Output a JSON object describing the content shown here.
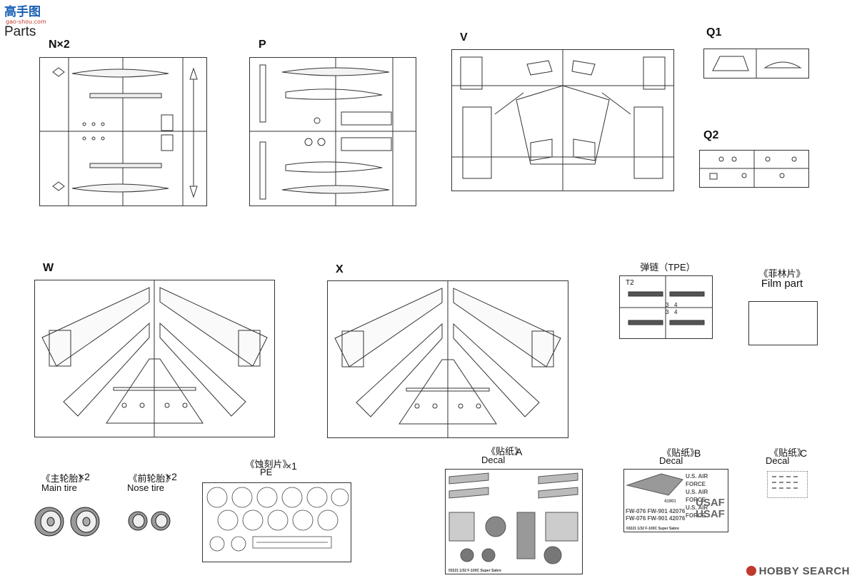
{
  "watermark": {
    "site_logo_text": "高手图",
    "site_url": "gao-shou.com"
  },
  "page_title": "Parts",
  "sprues": {
    "n": {
      "label": "N×2"
    },
    "p": {
      "label": "P"
    },
    "v": {
      "label": "V"
    },
    "q1": {
      "label": "Q1"
    },
    "q2": {
      "label": "Q2"
    },
    "w": {
      "label": "W"
    },
    "x": {
      "label": "X"
    },
    "tpe": {
      "label": "弹链（TPE）",
      "code": "T2",
      "cells": [
        "3",
        "4",
        "3",
        "4"
      ]
    },
    "film": {
      "label_cn": "《菲林片》",
      "label_en": "Film part"
    }
  },
  "accessories": {
    "main_tire": {
      "label_cn": "《主轮胎》",
      "qty": "×2",
      "label_en": "Main tire"
    },
    "nose_tire": {
      "label_cn": "《前轮胎》",
      "qty": "×2",
      "label_en": "Nose tire"
    },
    "pe": {
      "label_cn": "《蚀刻片》",
      "qty": "×1",
      "label_en": "PE"
    },
    "decal_a": {
      "label_cn": "《贴纸》",
      "letter": "A",
      "label_en": "Decal",
      "footer": "03221  1/32  F-100C Super Sabre"
    },
    "decal_b": {
      "label_cn": "《贴纸》",
      "letter": "B",
      "label_en": "Decal",
      "lines": [
        "U.S. AIR FORCE",
        "U.S. AIR FORCE",
        "U.S. AIR FORCE",
        "41901",
        "USAF",
        "FW-076  FW-901  42076",
        "FW-076  FW-901  42076",
        "USAF"
      ],
      "footer": "03221  1/32  F-100C Super Sabre"
    },
    "decal_c": {
      "label_cn": "《贴纸》",
      "letter": "C",
      "label_en": "Decal"
    }
  },
  "footer": {
    "brand": "HOBBY SEARCH"
  }
}
